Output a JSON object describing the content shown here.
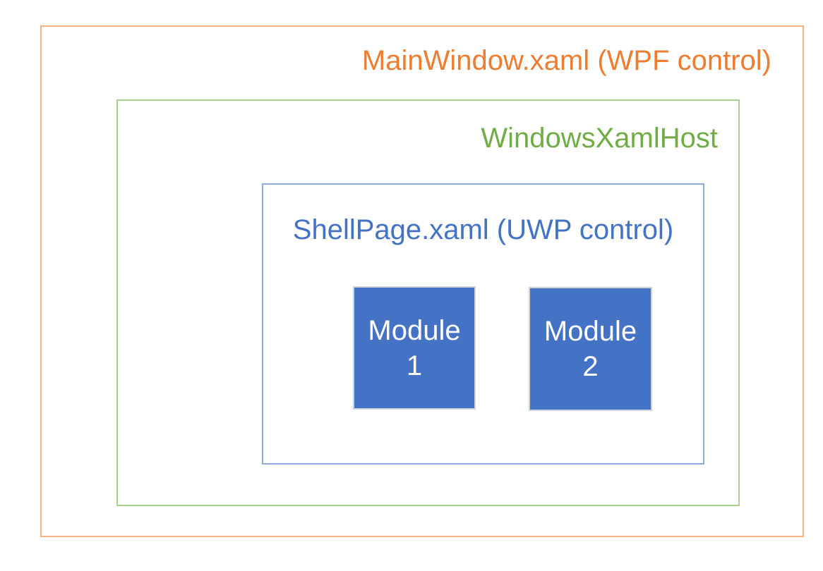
{
  "colors": {
    "background": "#FFFFFF",
    "outer_text": "#ED7D31",
    "outer_border": "#F4B183",
    "middle_text": "#70AD47",
    "middle_border": "#A9D18E",
    "inner_text": "#4472C4",
    "inner_border": "#8FAADC",
    "module_fill": "#4472C4",
    "module_border": "#CDD3DB",
    "module_text": "#FFFFFF"
  },
  "boxes": {
    "outer": {
      "label": "MainWindow.xaml (WPF control)"
    },
    "middle": {
      "label": "WindowsXamlHost"
    },
    "inner": {
      "label": "ShellPage.xaml (UWP control)"
    },
    "modules": [
      {
        "line1": "Module",
        "line2": "1"
      },
      {
        "line1": "Module",
        "line2": "2"
      }
    ]
  }
}
